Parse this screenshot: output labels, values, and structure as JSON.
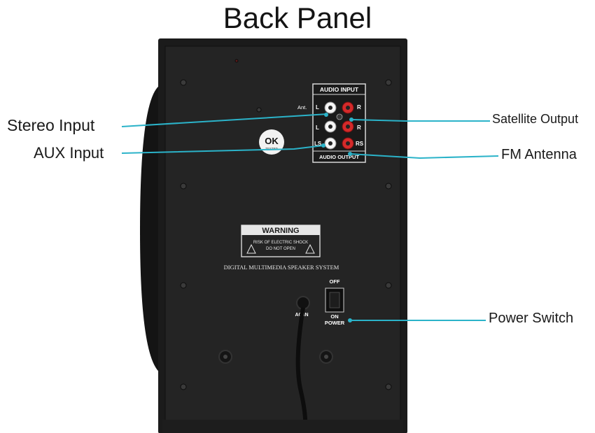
{
  "title": "Back Panel",
  "callouts": {
    "stereo_input": "Stereo Input",
    "aux_input": "AUX Input",
    "satellite_output": "Satellite Output",
    "fm_antenna": "FM Antenna",
    "power_switch": "Power Switch"
  },
  "panel": {
    "audio_input": "AUDIO INPUT",
    "audio_output": "AUDIO OUTPUT",
    "ant": "Ant.",
    "jack_l": "L",
    "jack_r": "R",
    "jack_ls": "LS",
    "jack_rs": "RS",
    "ok_badge": "OK",
    "ok_sub": "TESTED",
    "warning_title": "WARNING",
    "warning_line1": "RISK OF ELECTRIC SHOCK",
    "warning_line2": "DO NOT OPEN",
    "product_name": "DIGITAL MULTIMEDIA SPEAKER SYSTEM",
    "switch_off": "OFF",
    "switch_on": "ON",
    "switch_power": "POWER",
    "ac_in": "AC IN"
  },
  "colors": {
    "callout_line": "#2bb3c9",
    "cabinet": "#1b1b1b",
    "panel": "#222222",
    "jack_white": "#ffffff",
    "jack_red": "#d42a2a"
  }
}
